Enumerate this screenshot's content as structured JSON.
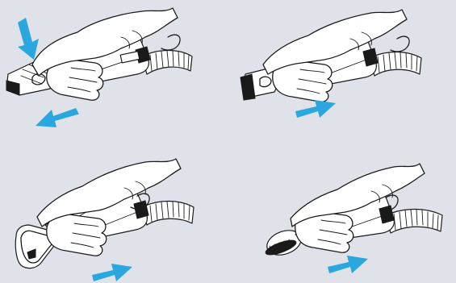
{
  "figure": {
    "background": "#dfe3e9",
    "arrow_color": "#2aa7df",
    "ink_color": "#1a1a1a",
    "panels": [
      {
        "id": "step-1",
        "tool": "crevice-brush-nozzle",
        "arrows": [
          "push-down",
          "pull-back"
        ]
      },
      {
        "id": "step-2",
        "tool": "bristle-brush-nozzle",
        "arrows": [
          "push-forward"
        ]
      },
      {
        "id": "step-3",
        "tool": "flat-upholstery-nozzle",
        "arrows": [
          "push-forward"
        ]
      },
      {
        "id": "step-4",
        "tool": "round-dusting-brush",
        "arrows": [
          "push-forward"
        ]
      }
    ]
  }
}
